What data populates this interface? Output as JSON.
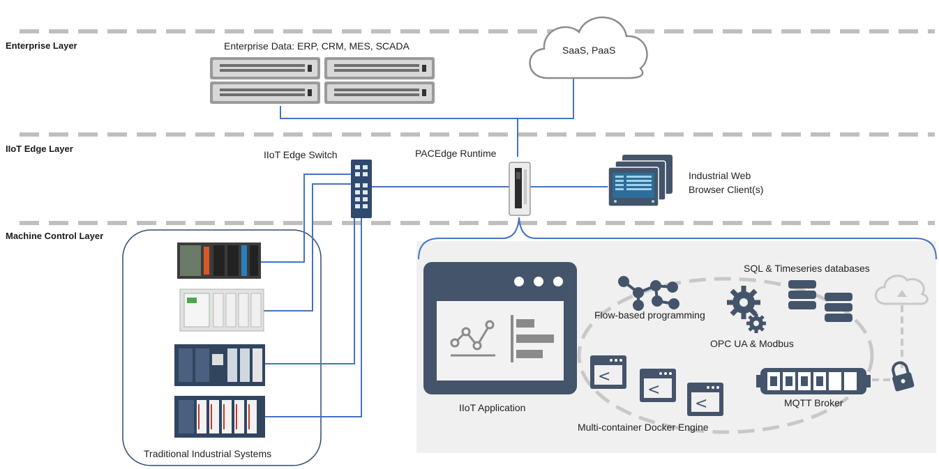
{
  "layers": {
    "enterprise": "Enterprise Layer",
    "edge": "IIoT Edge Layer",
    "machine": "Machine Control Layer"
  },
  "labels": {
    "enterprise_data": "Enterprise Data: ERP, CRM, MES, SCADA",
    "cloud": "SaaS, PaaS",
    "switch": "IIoT Edge Switch",
    "runtime": "PACEdge Runtime",
    "browser_line1": "Industrial Web",
    "browser_line2": "Browser Client(s)",
    "traditional": "Traditional Industrial Systems",
    "iiot_app": "IIoT Application",
    "flow": "Flow-based programming",
    "sql": "SQL & Timeseries databases",
    "opc": "OPC UA & Modbus",
    "mqtt": "MQTT Broker",
    "docker": "Multi-container Docker Engine"
  },
  "colors": {
    "line_blue": "#4472c4",
    "dashed_gray": "#bfbfbf",
    "icon_navy": "#44546a",
    "panel_bg": "#f0f0f0"
  },
  "icons": {
    "servers": "server-rack-icon",
    "cloud": "cloud-icon",
    "switch": "network-switch-icon",
    "runtime": "edge-device-icon",
    "browsers": "browser-windows-icon",
    "plc": "plc-icon",
    "app": "application-window-icon",
    "flow": "node-graph-icon",
    "database": "database-icon",
    "gears": "gears-icon",
    "container": "container-window-icon",
    "broker": "message-broker-icon",
    "lock": "lock-icon",
    "upload": "cloud-upload-icon"
  }
}
